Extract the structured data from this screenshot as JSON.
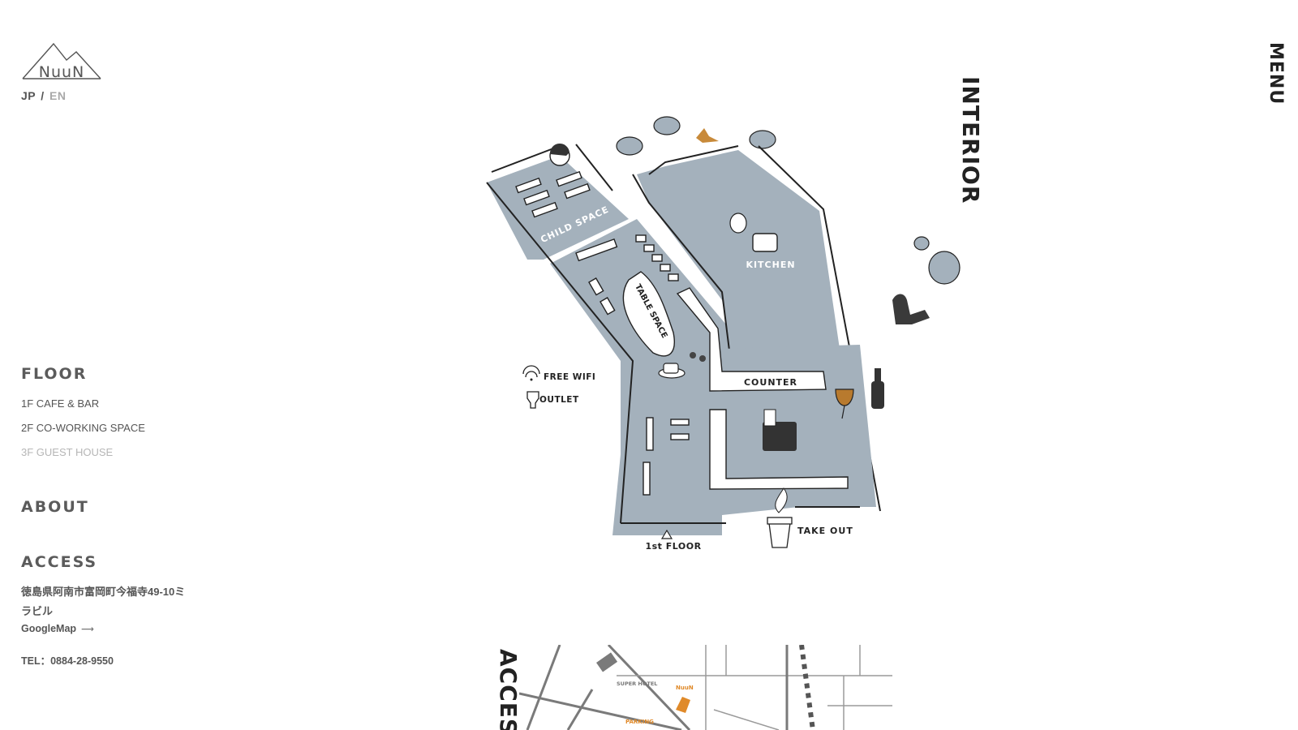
{
  "brand": {
    "logo_text": "NuuN"
  },
  "lang": {
    "jp": "JP",
    "separator": "/",
    "en": "EN"
  },
  "floor": {
    "title": "FLOOR",
    "items": [
      {
        "label": "1F CAFE & BAR"
      },
      {
        "label": "2F CO-WORKING SPACE"
      },
      {
        "label": "3F GUEST HOUSE"
      }
    ]
  },
  "about": {
    "title": "ABOUT"
  },
  "access": {
    "title": "ACCESS",
    "address": "徳島県阿南市富岡町今福寺49-10ミラビル",
    "google_map": "GoogleMap",
    "tel": "TEL：0884-28-9550",
    "vertical_label": "ACCESS"
  },
  "interior_label": "INTERIOR",
  "menu_label": "MENU",
  "floormap": {
    "child_space": "CHILD SPACE",
    "kitchen": "KITCHEN",
    "table_space": "TABLE SPACE",
    "counter": "COUNTER",
    "free_wifi": "FREE WIFI",
    "outlet": "OUTLET",
    "take_out": "TAKE OUT",
    "floor_label": "1st FLOOR"
  },
  "accessmap": {
    "super_hotel": "SUPER HOTEL",
    "nuun": "NuuN",
    "parking": "PARKING"
  },
  "colors": {
    "floor_fill": "#a4b1bc",
    "text_dark": "#222222",
    "text_mid": "#555555",
    "text_muted": "#b6b6b6",
    "accent_orange": "#e08a2a"
  }
}
